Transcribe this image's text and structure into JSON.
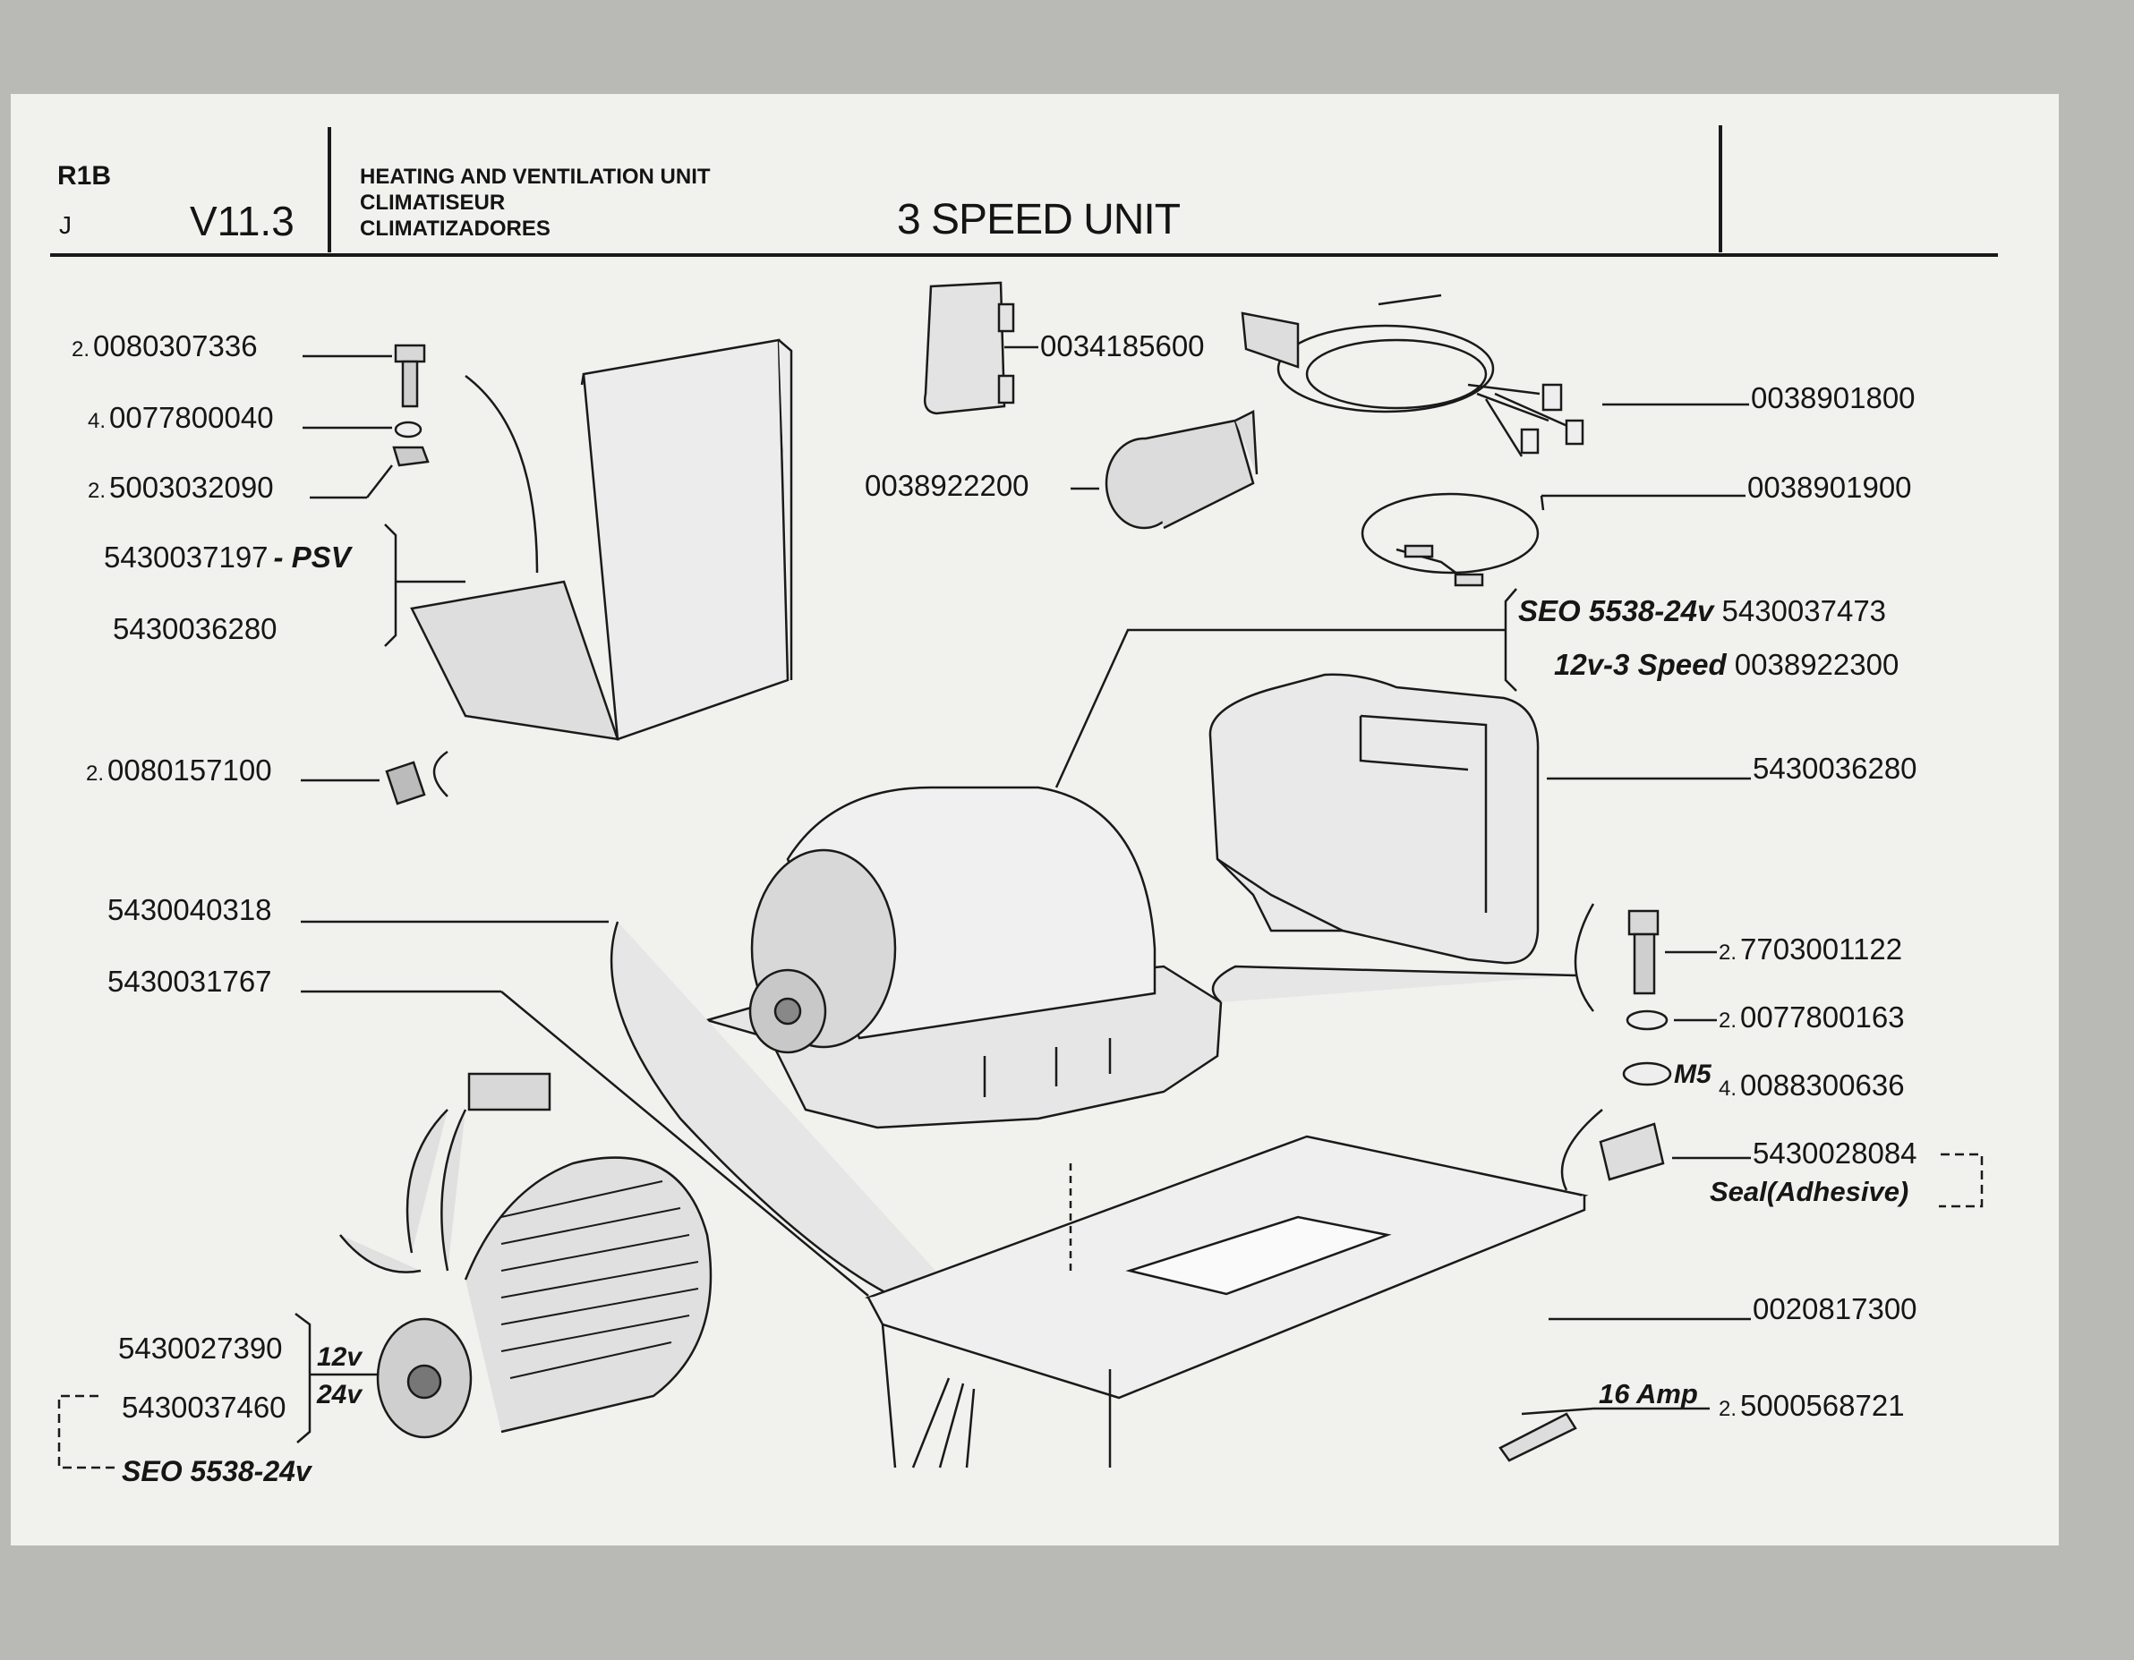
{
  "header": {
    "model_line1": "R1B",
    "model_line2": "J",
    "section": "V11.3",
    "title_en": "HEATING AND VENTILATION UNIT",
    "title_fr": "CLIMATISEUR",
    "title_es": "CLIMATIZADORES",
    "subtitle": "3 SPEED UNIT"
  },
  "parts_left": [
    {
      "qty": "2.",
      "number": "0080307336"
    },
    {
      "qty": "4.",
      "number": "0077800040"
    },
    {
      "qty": "2.",
      "number": "5003032090"
    },
    {
      "qty": "",
      "number": "5430037197",
      "suffix": "- PSV"
    },
    {
      "qty": "",
      "number": "5430036280"
    },
    {
      "qty": "2.",
      "number": "0080157100"
    },
    {
      "qty": "",
      "number": "5430040318"
    },
    {
      "qty": "",
      "number": "5430031767"
    },
    {
      "qty": "",
      "number": "5430027390",
      "suffix": "12v"
    },
    {
      "qty": "",
      "number": "5430037460",
      "suffix": "24v"
    }
  ],
  "seo_left": "SEO 5538-24v",
  "parts_top": [
    {
      "qty": "",
      "number": "0034185600"
    },
    {
      "qty": "",
      "number": "0038922200"
    }
  ],
  "parts_right": [
    {
      "qty": "",
      "number": "0038901800"
    },
    {
      "qty": "",
      "number": "0038901900"
    },
    {
      "qty": "",
      "prefix": "SEO 5538-24v",
      "number": "5430037473"
    },
    {
      "qty": "",
      "prefix": "12v-3 Speed",
      "number": "0038922300"
    },
    {
      "qty": "",
      "number": "5430036280"
    },
    {
      "qty": "2.",
      "number": "7703001122"
    },
    {
      "qty": "2.",
      "number": "0077800163"
    },
    {
      "qty": "4.",
      "number": "0088300636",
      "prefix": "M5"
    },
    {
      "qty": "",
      "number": "5430028084"
    },
    {
      "qty": "",
      "number": "0020817300"
    },
    {
      "qty": "2.",
      "number": "5000568721",
      "prefix": "16 Amp"
    }
  ],
  "seal_note": "Seal(Adhesive)"
}
